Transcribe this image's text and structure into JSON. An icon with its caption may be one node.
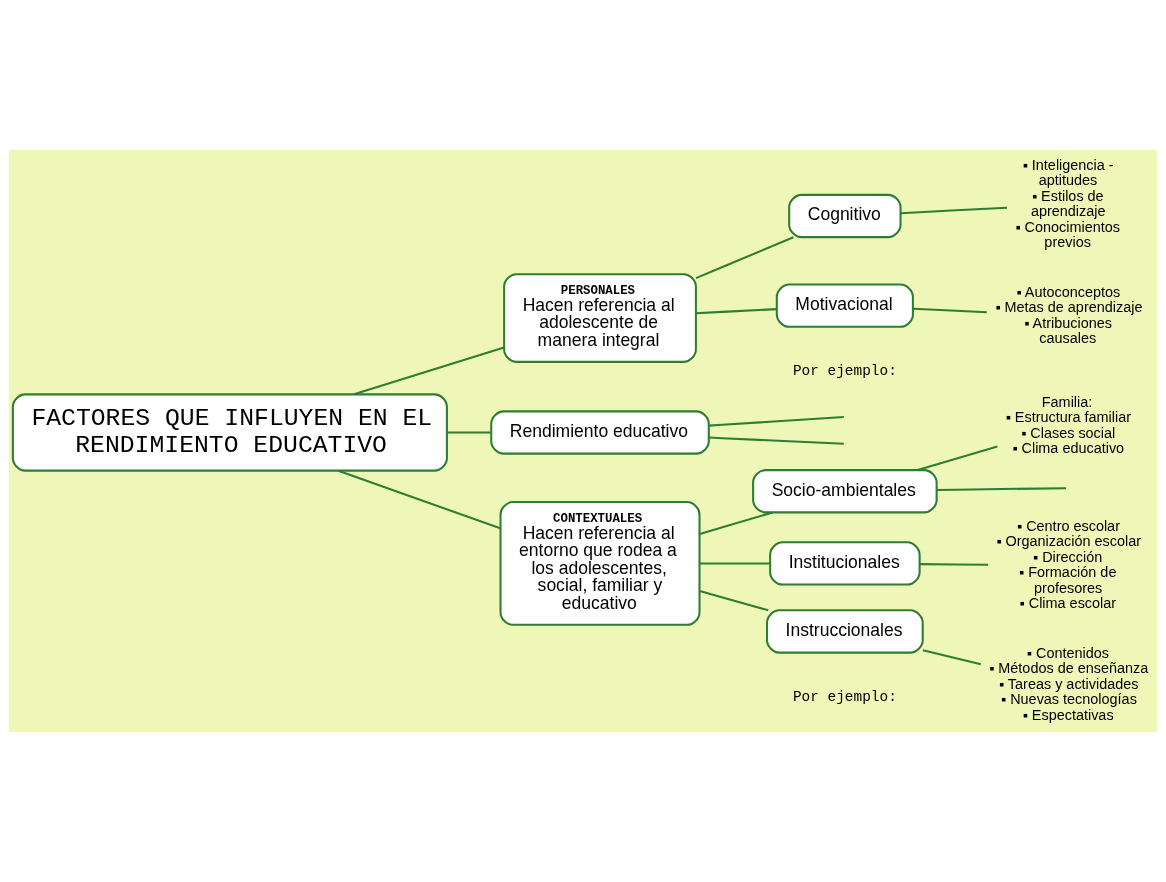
{
  "diagram": {
    "nodes": [
      {
        "text": [
          "FACTORES QUE INFLUYEN EN EL RENDIMIENTO EDUCATIVO"
        ]
      },
      {
        "text": [
          "PERSONALES",
          "Hacen referencia al adolescente de manera integral"
        ]
      },
      {
        "text": [
          "Rendimiento educativo"
        ]
      },
      {
        "text": [
          "CONTEXTUALES",
          "Hacen referencia al entorno que rodea a los adolescentes, social, familiar y educativo"
        ]
      },
      {
        "text": [
          "Cognitivo"
        ]
      },
      {
        "text": [
          "Motivacional"
        ]
      },
      {
        "text": [
          "Socio-ambientales"
        ]
      },
      {
        "text": [
          "Institucionales"
        ]
      },
      {
        "text": [
          "Instruccionales"
        ]
      },
      {
        "text": [
          "▪ Inteligencia - aptitudes ▪ Estilos de aprendizaje ▪ Conocimientos previos"
        ]
      },
      {
        "text": [
          "▪ Autoconceptos ▪ Metas de aprendizaje ▪ Atribuciones causales"
        ]
      },
      {
        "text": [
          "Familia:",
          "▪ Estructura familiar ▪ Clases social ▪ Clima educativo"
        ]
      },
      {
        "text": [
          "▪ Centro escolar ▪ Organización escolar ▪ Dirección ▪ Formación de profesores ▪ Clima escolar"
        ]
      },
      {
        "text": [
          "▪ Contenidos ▪ Métodos de enseñanza ▪ Tareas y actividades ▪ Nuevas tecnologías ▪ Espectativas"
        ]
      }
    ],
    "edges": [
      {
        "from": 0,
        "to": 1,
        "arrow": "none"
      },
      {
        "from": 0,
        "to": 2,
        "arrow": "none"
      },
      {
        "from": 0,
        "to": 3,
        "arrow": "none"
      },
      {
        "from": 2,
        "to": null,
        "arrow": "none"
      },
      {
        "from": 2,
        "to": null,
        "arrow": "none"
      },
      {
        "from": 1,
        "to": 4,
        "arrow": "none"
      },
      {
        "from": 1,
        "to": 5,
        "arrow": "none"
      },
      {
        "from": 4,
        "to": 9,
        "arrow": "none"
      },
      {
        "from": 5,
        "to": 10,
        "arrow": "none"
      },
      {
        "from": 3,
        "to": 6,
        "arrow": "none"
      },
      {
        "from": 3,
        "to": 7,
        "arrow": "none"
      },
      {
        "from": 3,
        "to": 8,
        "arrow": "none"
      },
      {
        "from": 6,
        "to": 11,
        "arrow": "none"
      },
      {
        "from": 7,
        "to": 12,
        "arrow": "none"
      },
      {
        "from": 8,
        "to": 13,
        "arrow": "none"
      },
      {
        "from": 6,
        "to": null,
        "arrow": "none"
      }
    ],
    "labels": [
      "Por ejemplo:",
      "Por ejemplo:"
    ]
  }
}
